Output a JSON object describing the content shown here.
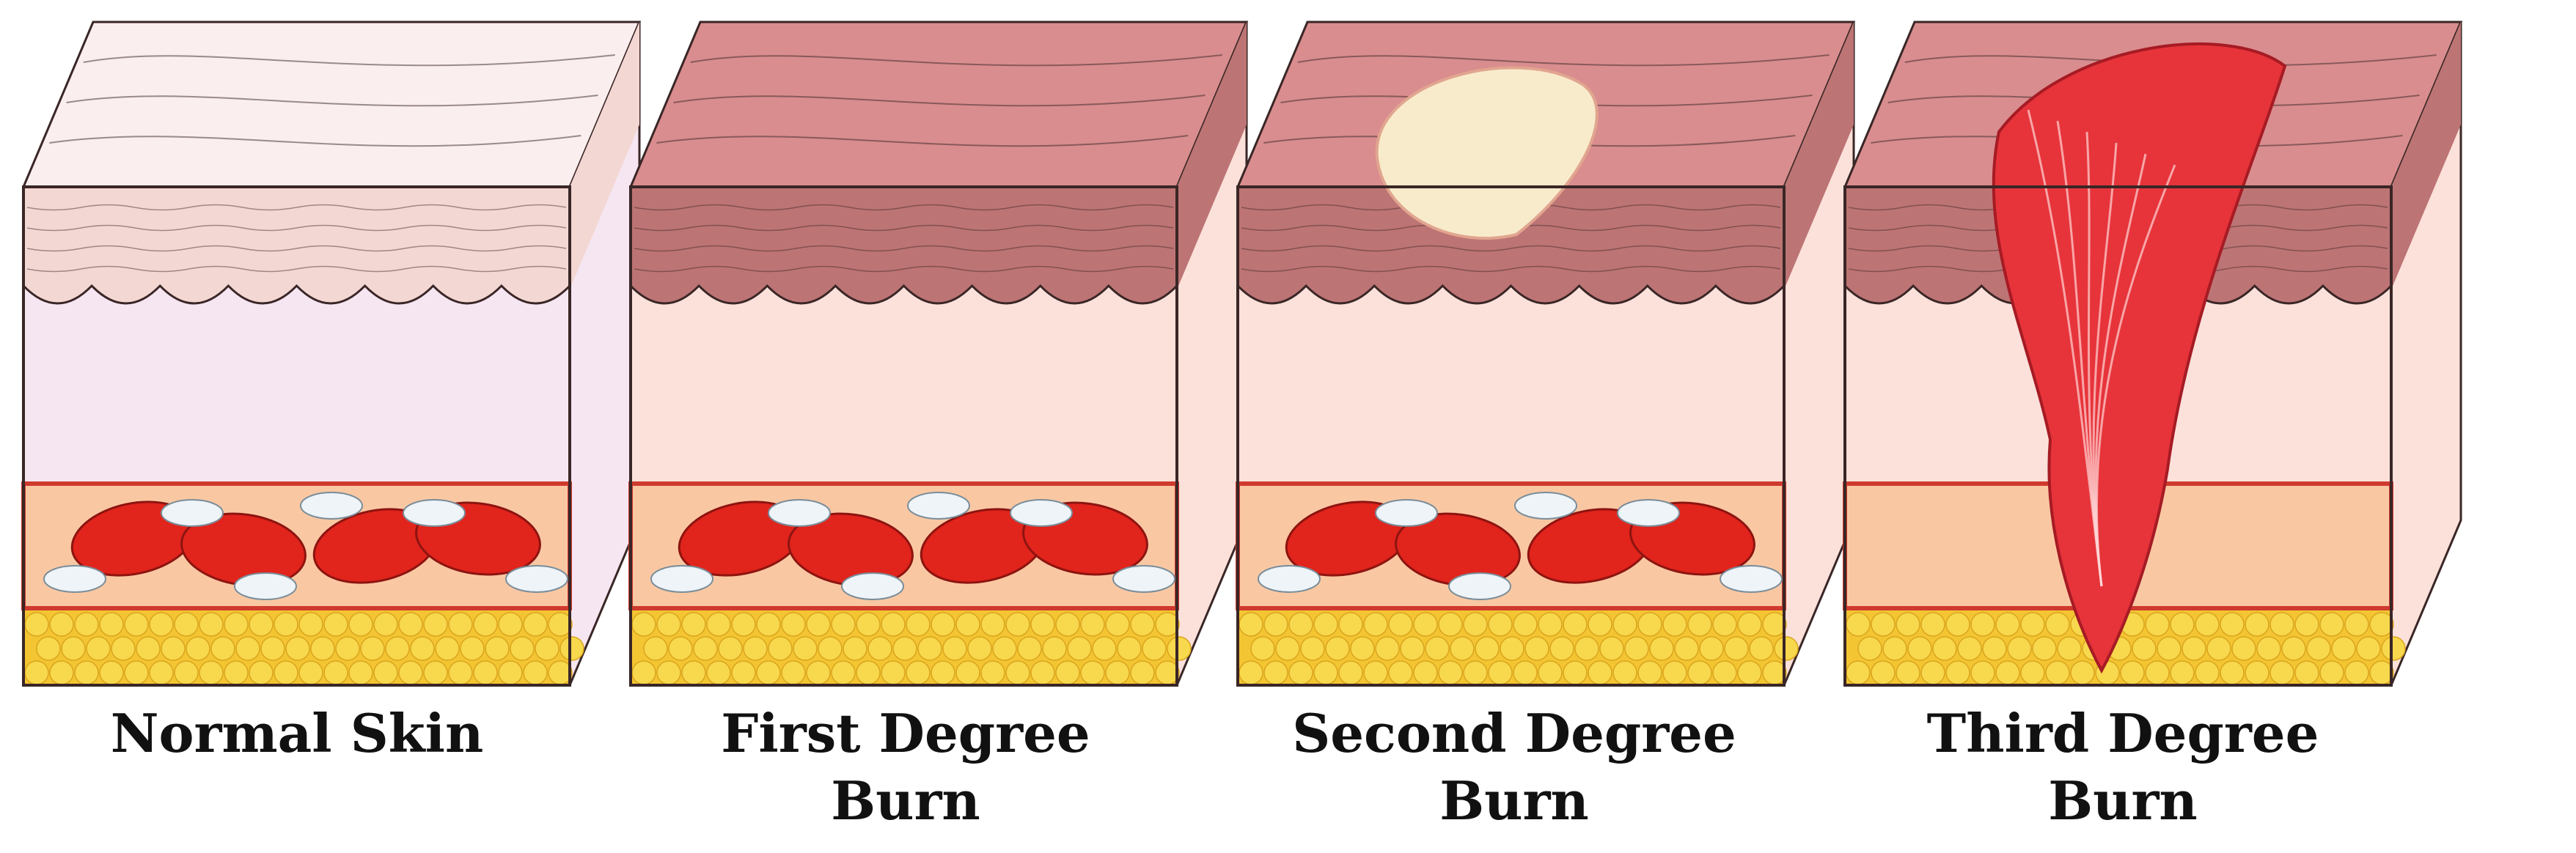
{
  "panels": [
    {
      "id": "normal",
      "lines": [
        "Normal Skin",
        ""
      ],
      "style": "normal"
    },
    {
      "id": "first",
      "lines": [
        "First Degree",
        "Burn"
      ],
      "style": "burned"
    },
    {
      "id": "second",
      "lines": [
        "Second Degree",
        "Burn"
      ],
      "style": "burned",
      "feature": "blister"
    },
    {
      "id": "third",
      "lines": [
        "Third Degree",
        "Burn"
      ],
      "style": "burned",
      "feature": "eschar"
    }
  ],
  "colors": {
    "outline": "#3a2626",
    "normal_top": "#fbeeee",
    "normal_epidermis": "#f3d7d3",
    "normal_dermis": "#f6e6f2",
    "burn_top": "#d98d8e",
    "burn_epidermis": "#bd7474",
    "burn_dermis": "#fbe1da",
    "vessel_wall": "#cf3a2e",
    "vessel_fill": "#f9c8a3",
    "rbc": "#e1241c",
    "wbc": "#eef4f8",
    "fat": "#f8d84c",
    "fat_bg": "#f4c532",
    "blister": "#f8ebcc",
    "eschar": "#e6343a"
  }
}
